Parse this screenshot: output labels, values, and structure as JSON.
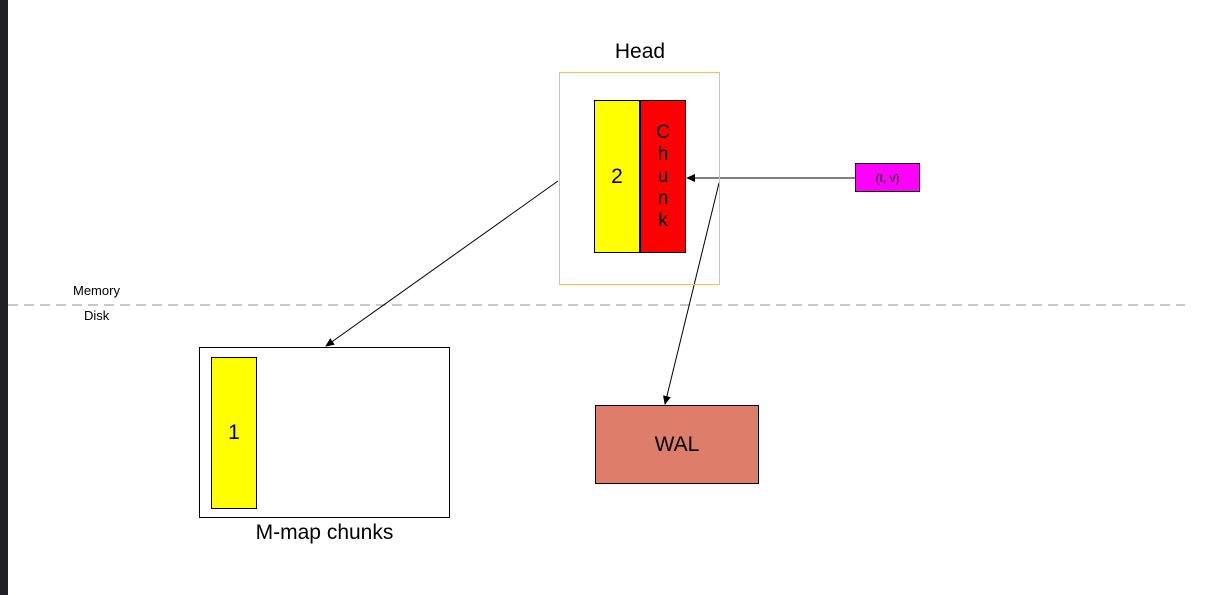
{
  "head": {
    "title": "Head"
  },
  "chunks": {
    "head_chunk_number": "2",
    "head_chunk_letters": [
      "C",
      "h",
      "u",
      "n",
      "k"
    ],
    "mmap_chunk_number": "1"
  },
  "sample": {
    "label": "(t, v)"
  },
  "regions": {
    "memory": "Memory",
    "disk": "Disk"
  },
  "mmap": {
    "label": "M-map chunks"
  },
  "wal": {
    "label": "WAL"
  },
  "colors": {
    "head_border": "#f6c343",
    "chunk_yellow": "#ffff00",
    "chunk_red": "#ff0000",
    "sample_magenta": "#ff00ff",
    "wal_fill": "#dd7e6b",
    "divider": "#b7b7b7"
  }
}
